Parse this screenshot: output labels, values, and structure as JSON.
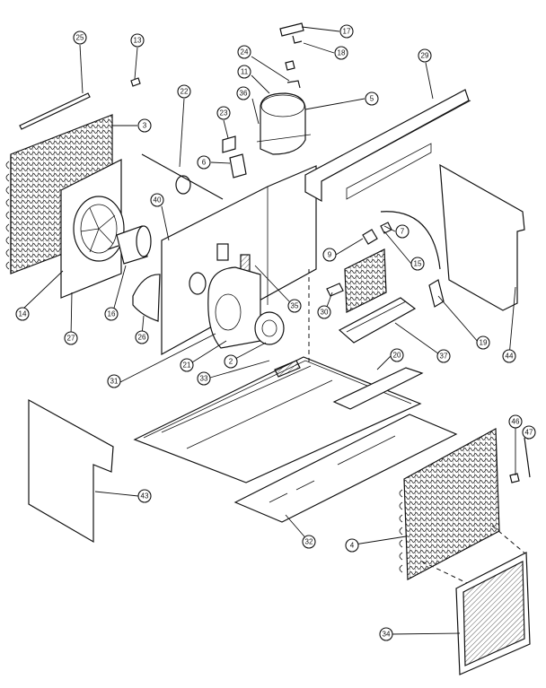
{
  "callouts": [
    {
      "id": "c25",
      "label": "25"
    },
    {
      "id": "c13",
      "label": "13"
    },
    {
      "id": "c3",
      "label": "3"
    },
    {
      "id": "c22",
      "label": "22"
    },
    {
      "id": "c23",
      "label": "23"
    },
    {
      "id": "c6",
      "label": "6"
    },
    {
      "id": "c24",
      "label": "24"
    },
    {
      "id": "c11",
      "label": "11"
    },
    {
      "id": "c36",
      "label": "36"
    },
    {
      "id": "c5",
      "label": "5"
    },
    {
      "id": "c17",
      "label": "17"
    },
    {
      "id": "c18",
      "label": "18"
    },
    {
      "id": "c29",
      "label": "29"
    },
    {
      "id": "c40",
      "label": "40"
    },
    {
      "id": "c7",
      "label": "7"
    },
    {
      "id": "c9",
      "label": "9"
    },
    {
      "id": "c15",
      "label": "15"
    },
    {
      "id": "c35",
      "label": "35"
    },
    {
      "id": "c30",
      "label": "30"
    },
    {
      "id": "c19",
      "label": "19"
    },
    {
      "id": "c44",
      "label": "44"
    },
    {
      "id": "c14",
      "label": "14"
    },
    {
      "id": "c16",
      "label": "16"
    },
    {
      "id": "c27",
      "label": "27"
    },
    {
      "id": "c26",
      "label": "26"
    },
    {
      "id": "c21",
      "label": "21"
    },
    {
      "id": "c2",
      "label": "2"
    },
    {
      "id": "c31",
      "label": "31"
    },
    {
      "id": "c33",
      "label": "33"
    },
    {
      "id": "c20",
      "label": "20"
    },
    {
      "id": "c37",
      "label": "37"
    },
    {
      "id": "c43",
      "label": "43"
    },
    {
      "id": "c32",
      "label": "32"
    },
    {
      "id": "c4",
      "label": "4"
    },
    {
      "id": "c46",
      "label": "46"
    },
    {
      "id": "c47",
      "label": "47"
    },
    {
      "id": "c34",
      "label": "34"
    }
  ]
}
